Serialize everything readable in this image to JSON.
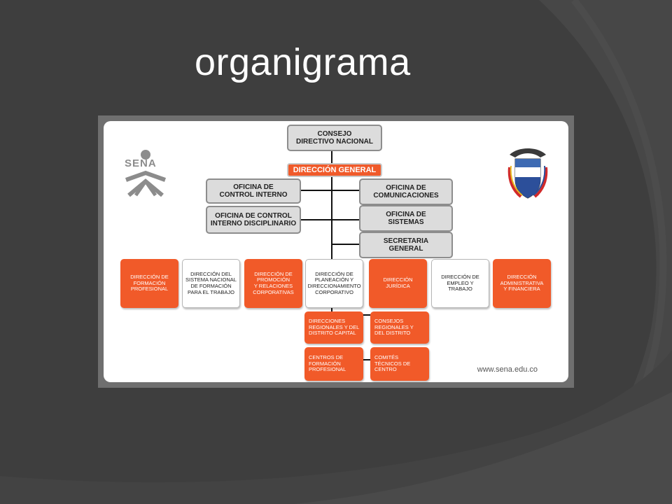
{
  "slide": {
    "title": "organigrama"
  },
  "org": {
    "top": "CONSEJO\nDIRECTIVO NACIONAL",
    "head": "DIRECCIÓN GENERAL",
    "left_offices": [
      "OFICINA DE\nCONTROL INTERNO",
      "OFICINA DE CONTROL\nINTERNO DISCIPLINARIO"
    ],
    "right_offices": [
      "OFICINA DE\nCOMUNICACIONES",
      "OFICINA DE\nSISTEMAS",
      "SECRETARIA\nGENERAL"
    ],
    "directions": [
      {
        "label": "DIRECCIÓN DE\nFORMACIÓN\nPROFESIONAL",
        "style": "orange"
      },
      {
        "label": "DIRECCIÓN DEL\nSISTEMA NACIONAL\nDE FORMACIÓN\nPARA EL TRABAJO",
        "style": "white"
      },
      {
        "label": "DIRECCIÓN DE\nPROMOCIÓN\nY RELACIONES\nCORPORATIVAS",
        "style": "orange"
      },
      {
        "label": "DIRECCIÓN DE\nPLANEACIÓN Y\nDIRECCIONAMIENTO\nCORPORATIVO",
        "style": "white"
      },
      {
        "label": "DIRECCIÓN\nJURÍDICA",
        "style": "orange"
      },
      {
        "label": "DIRECCIÓN DE\nEMPLEO Y\nTRABAJO",
        "style": "white"
      },
      {
        "label": "DIRECCIÓN\nADMINISTRATIVA\nY FINANCIERA",
        "style": "orange"
      }
    ],
    "regional": [
      "DIRECCIONES\nREGIONALES Y DEL\nDISTRITO CAPITAL",
      "CONSEJOS\nREGIONALES Y\nDEL DISTRITO"
    ],
    "centers": [
      "CENTROS DE\nFORMACIÓN\nPROFESIONAL",
      "COMITÉS\nTÉCNICOS DE\nCENTRO"
    ],
    "logo_text": "SENA",
    "url": "www.sena.edu.co"
  },
  "colors": {
    "orange": "#f15a29",
    "grey_box": "#dcdcdc",
    "background": "#3f3f3f"
  }
}
